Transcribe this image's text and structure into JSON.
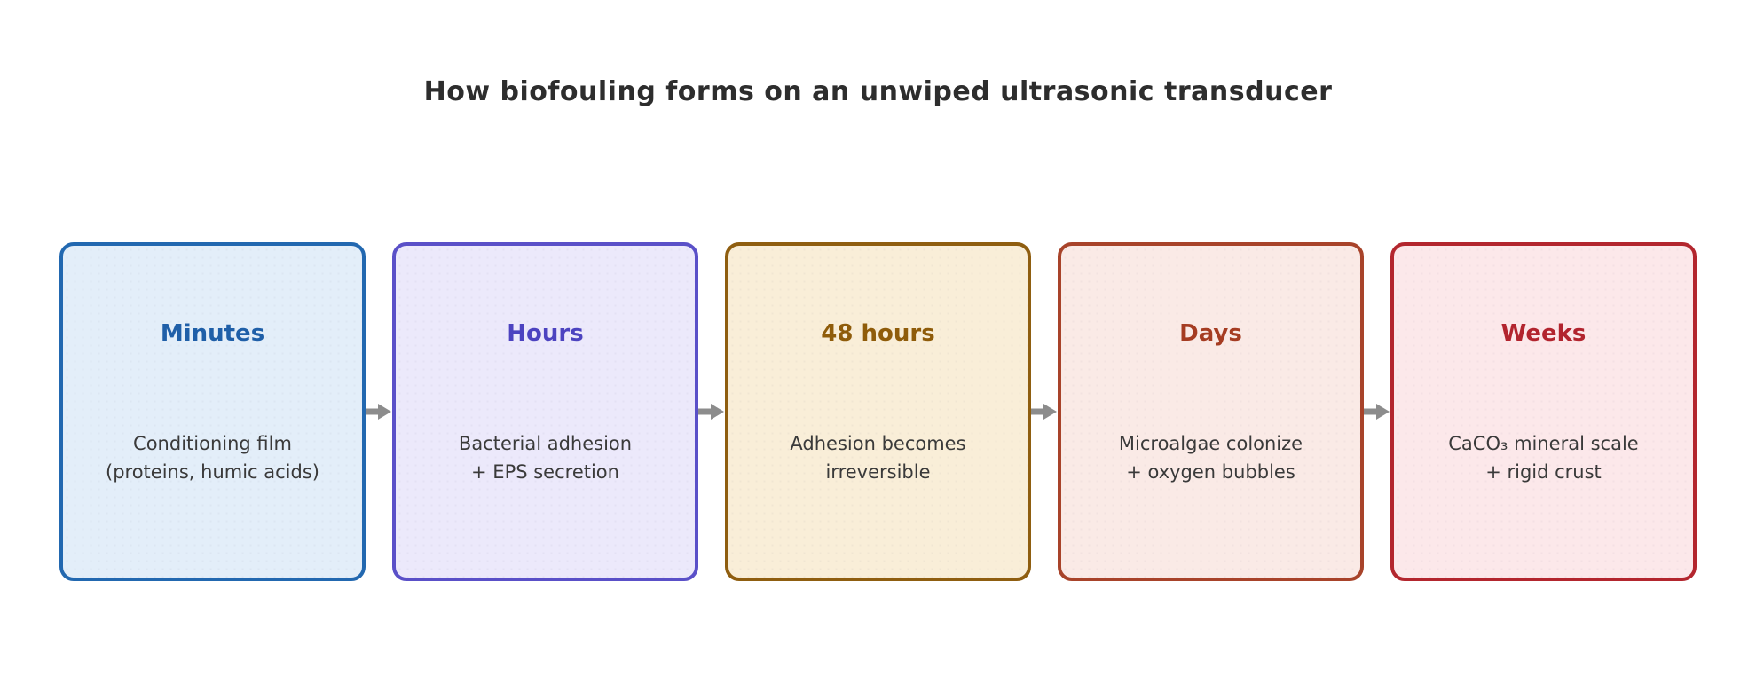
{
  "title": "How biofouling forms on an unwiped ultrasonic transducer",
  "diagram": {
    "type": "horizontal-flow",
    "arrow_color": "#8c8c8c",
    "body_text_color": "#3a3a3a",
    "title_color": "#2d2d2d",
    "stages": [
      {
        "heading": "Minutes",
        "description": "Conditioning film\n(proteins, humic acids)",
        "accent_color": "#1f5fa8",
        "border_color": "#2268b0",
        "bg_color": "#e3eef9"
      },
      {
        "heading": "Hours",
        "description": "Bacterial adhesion\n+ EPS secretion",
        "accent_color": "#4c43c0",
        "border_color": "#5a50c8",
        "bg_color": "#ece9fb"
      },
      {
        "heading": "48 hours",
        "description": "Adhesion becomes\nirreversible",
        "accent_color": "#8f5c0a",
        "border_color": "#8f5e10",
        "bg_color": "#f9eed8"
      },
      {
        "heading": "Days",
        "description": "Microalgae colonize\n+ oxygen bubbles",
        "accent_color": "#a53c22",
        "border_color": "#a8432a",
        "bg_color": "#faeae6"
      },
      {
        "heading": "Weeks",
        "description": "CaCO₃ mineral scale\n+ rigid crust",
        "accent_color": "#b2242e",
        "border_color": "#b3262e",
        "bg_color": "#fce8ea"
      }
    ]
  }
}
